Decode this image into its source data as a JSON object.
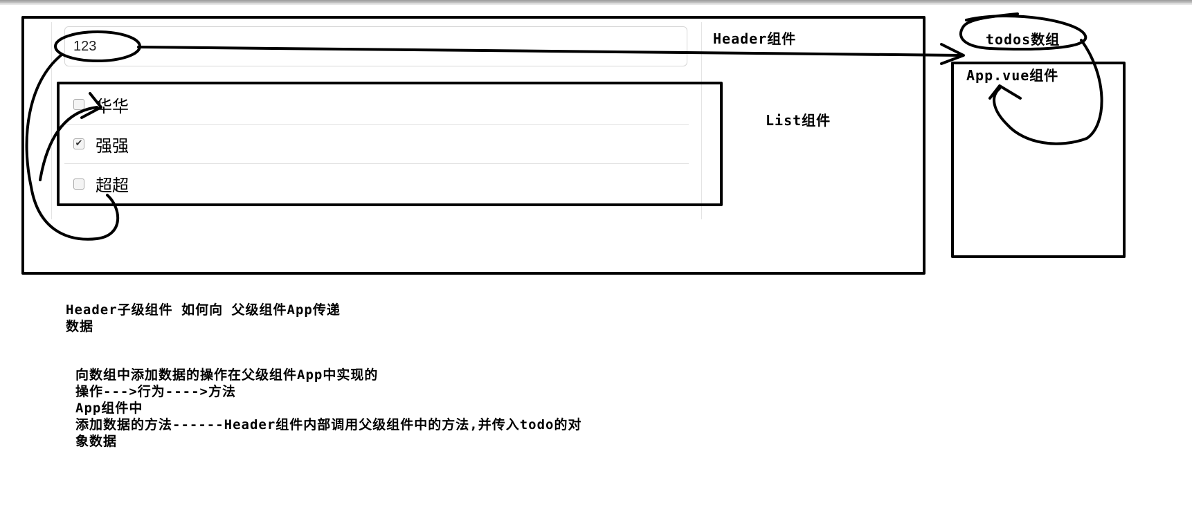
{
  "todo_input": {
    "value": "123"
  },
  "todos": [
    {
      "label": "华华",
      "checked": false
    },
    {
      "label": "强强",
      "checked": true
    },
    {
      "label": "超超",
      "checked": false
    }
  ],
  "labels": {
    "header_component": "Header组件",
    "list_component": "List组件",
    "todos_array": "todos数组",
    "app_component": "App.vue组件"
  },
  "notes": {
    "question_line1": "Header子级组件 如何向 父级组件App传递",
    "question_line2": "数据",
    "explain_line1": "向数组中添加数据的操作在父级组件App中实现的",
    "explain_line2": "操作--->行为---->方法",
    "explain_line3": "App组件中",
    "explain_line4": "添加数据的方法------Header组件内部调用父级组件中的方法,并传入todo的对",
    "explain_line5": "象数据"
  },
  "colors": {
    "ink": "#000000",
    "ui_border": "#d6d6d6"
  }
}
